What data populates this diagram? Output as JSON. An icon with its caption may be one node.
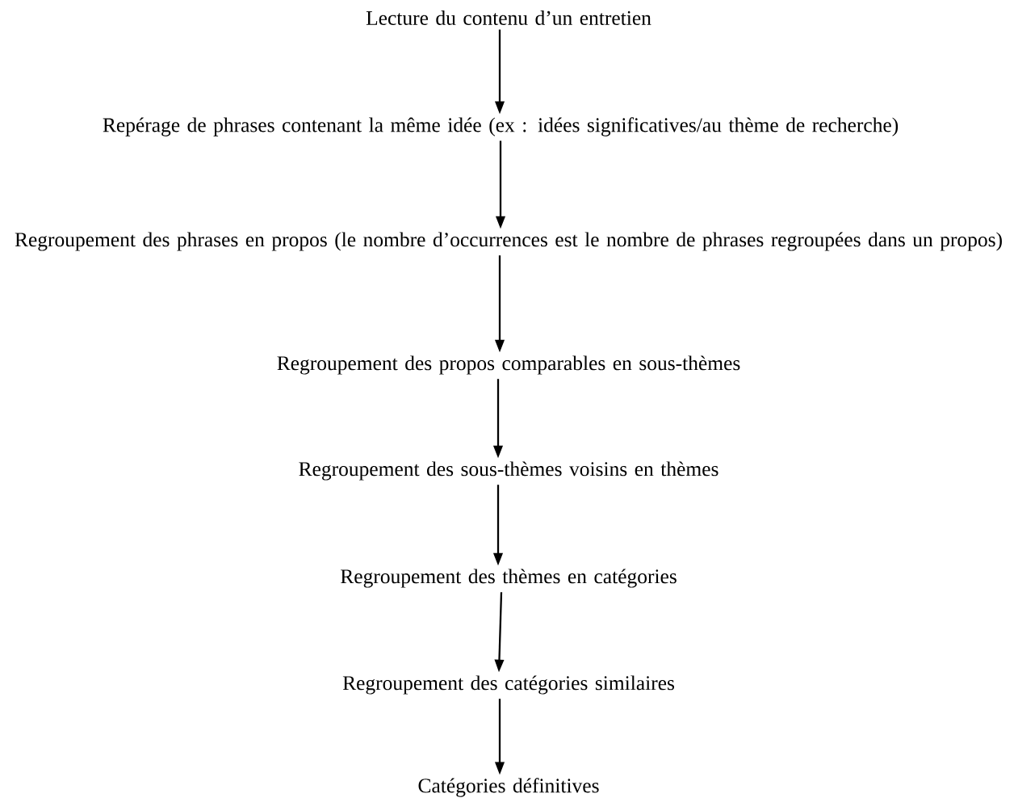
{
  "diagram": {
    "nodes": [
      {
        "text": [
          "Lecture du contenu d’un entretien"
        ]
      },
      {
        "text": [
          "Repérage de phrases contenant la même idée (ex : idées significatives/au thème de recherche)"
        ]
      },
      {
        "text": [
          "Regroupement des phrases en propos (le nombre d’occurrences est le nombre de phrases regroupées dans un propos)"
        ]
      },
      {
        "text": [
          "Regroupement des propos comparables en sous-thèmes"
        ]
      },
      {
        "text": [
          "Regroupement des sous-thèmes voisins en thèmes"
        ]
      },
      {
        "text": [
          "Regroupement des thèmes en catégories"
        ]
      },
      {
        "text": [
          "Regroupement des catégories similaires"
        ]
      },
      {
        "text": [
          "Catégories définitives"
        ]
      }
    ],
    "edges": [
      {
        "from": 0,
        "to": 1,
        "arrow": "to"
      },
      {
        "from": 1,
        "to": 2,
        "arrow": "to"
      },
      {
        "from": 2,
        "to": 3,
        "arrow": "to"
      },
      {
        "from": 3,
        "to": 4,
        "arrow": "to"
      },
      {
        "from": 4,
        "to": 5,
        "arrow": "to"
      },
      {
        "from": 5,
        "to": 6,
        "arrow": "to"
      },
      {
        "from": 6,
        "to": 7,
        "arrow": "to"
      }
    ]
  }
}
